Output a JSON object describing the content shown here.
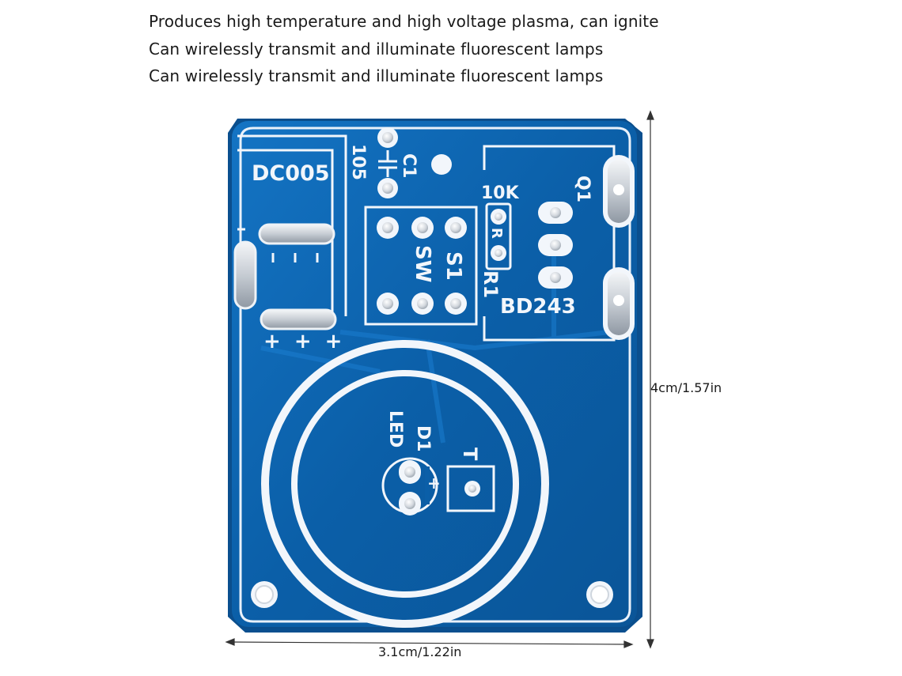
{
  "features": [
    "Produces high temperature and high voltage plasma, can ignite",
    "Can wirelessly transmit and illuminate fluorescent lamps",
    "Can wirelessly transmit and illuminate fluorescent lamps"
  ],
  "dimensions": {
    "height_label": "4cm/1.57in",
    "width_label": "3.1cm/1.22in"
  },
  "board": {
    "silkscreen": {
      "connector": "DC005",
      "capacitor_value": "105",
      "capacitor_ref": "C1",
      "resistor_value": "10K",
      "resistor_ref": "R1",
      "resistor_mark": "R",
      "transistor_ref": "Q1",
      "transistor_part": "BD243",
      "switch_ref": "S1",
      "switch_type": "SW",
      "led_ref": "D1",
      "led_type": "LED",
      "terminal": "T",
      "polarity": "+ + +"
    },
    "colors": {
      "pcb_blue": "#0b5fa8",
      "pcb_dark": "#07498a",
      "silkscreen": "#f2f6fb",
      "pad_silver": "#d9dde2"
    }
  }
}
